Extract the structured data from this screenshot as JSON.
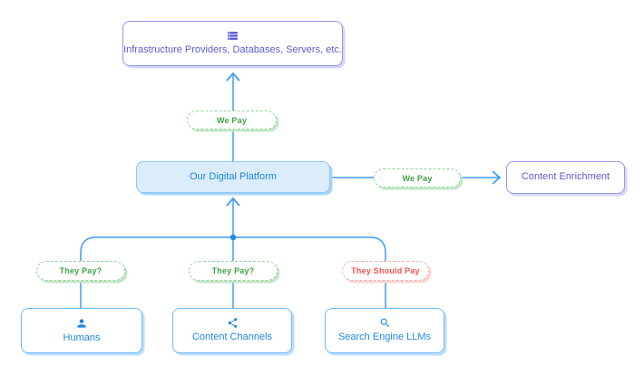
{
  "diagram": {
    "type": "flowchart",
    "colors": {
      "connector_blue": "#3F9BF0",
      "junction_dot": "#1E88E5",
      "node_blue_border": "#6FBBF7",
      "node_blue_text": "#1E88E5",
      "platform_fill": "#DBECFB",
      "purple_border": "#9595EE",
      "purple_text": "#5B5BD6",
      "green_pill_border": "#93D19A",
      "green_pill_text": "#43A047",
      "red_pill_border": "#F5ABA2",
      "red_pill_text": "#EF5350"
    },
    "nodes": {
      "infrastructure": {
        "label": "Infrastructure Providers, Databases, Servers, etc.",
        "icon": "storage-icon"
      },
      "platform": {
        "label": "Our Digital Platform"
      },
      "content_enrichment": {
        "label": "Content Enrichment"
      },
      "humans": {
        "label": "Humans",
        "icon": "person-icon"
      },
      "content_channels": {
        "label": "Content Channels",
        "icon": "share-icon"
      },
      "search_engine_llms": {
        "label": "Search Engine LLMs",
        "icon": "search-icon"
      }
    },
    "edges": {
      "platform_to_infrastructure": {
        "label": "We Pay",
        "style": "green-dashed",
        "direction": "up-arrow"
      },
      "platform_to_content_enrichment": {
        "label": "We Pay",
        "style": "green-dashed",
        "direction": "right-arrow"
      },
      "humans_to_platform": {
        "label": "They Pay?",
        "style": "green-dashed"
      },
      "content_channels_to_platform": {
        "label": "They Pay?",
        "style": "green-dashed"
      },
      "search_engine_llms_to_platform": {
        "label": "They Should Pay",
        "style": "red-dashed"
      }
    }
  }
}
